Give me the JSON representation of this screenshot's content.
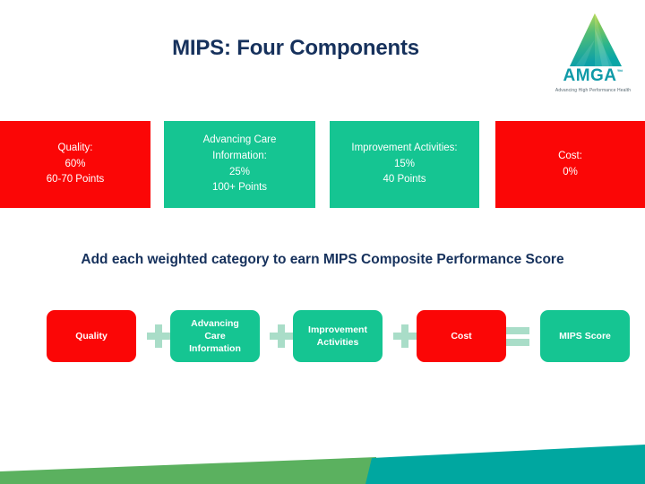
{
  "slide": {
    "title": "MIPS: Four Components",
    "summary_line": "Add each weighted category to earn MIPS Composite Performance Score"
  },
  "logo": {
    "name": "amga-logo",
    "wordmark": "AMGA",
    "trademark": "™",
    "tagline": "Advancing High Performance Health",
    "mark_icon": "triangle-mountain-icon",
    "colors": {
      "word": "#0f9aa8",
      "gradient_top": "#cfe04a",
      "gradient_mid": "#56bd7e",
      "gradient_bottom": "#0fa6a0"
    }
  },
  "colors": {
    "red": "#fb0606",
    "teal": "#15c592",
    "navy": "#16315c",
    "pale_green": "#a9ddc8",
    "band_green": "#5bb15f",
    "band_teal": "#00a7a0"
  },
  "components": [
    {
      "key": "quality",
      "name": "Quality",
      "color": "red",
      "label": "Quality:",
      "weight": "60%",
      "points": "60-70 Points",
      "short_label": "Quality"
    },
    {
      "key": "advancing_care_information",
      "name": "Advancing Care Information",
      "color": "teal",
      "label_line1": "Advancing Care",
      "label_line2": "Information:",
      "weight": "25%",
      "points": "100+ Points",
      "short_line1": "Advancing",
      "short_line2": "Care",
      "short_line3": "Information"
    },
    {
      "key": "improvement_activities",
      "name": "Improvement Activities",
      "color": "teal",
      "label": "Improvement Activities:",
      "weight": "15%",
      "points": "40 Points",
      "short_line1": "Improvement",
      "short_line2": "Activities"
    },
    {
      "key": "cost",
      "name": "Cost",
      "color": "red",
      "label": "Cost:",
      "weight": "0%",
      "points": "",
      "short_label": "Cost"
    }
  ],
  "equation": {
    "operators": {
      "plus": "plus-sign-icon",
      "equals": "equals-sign-icon"
    },
    "result_label": "MIPS Score"
  }
}
